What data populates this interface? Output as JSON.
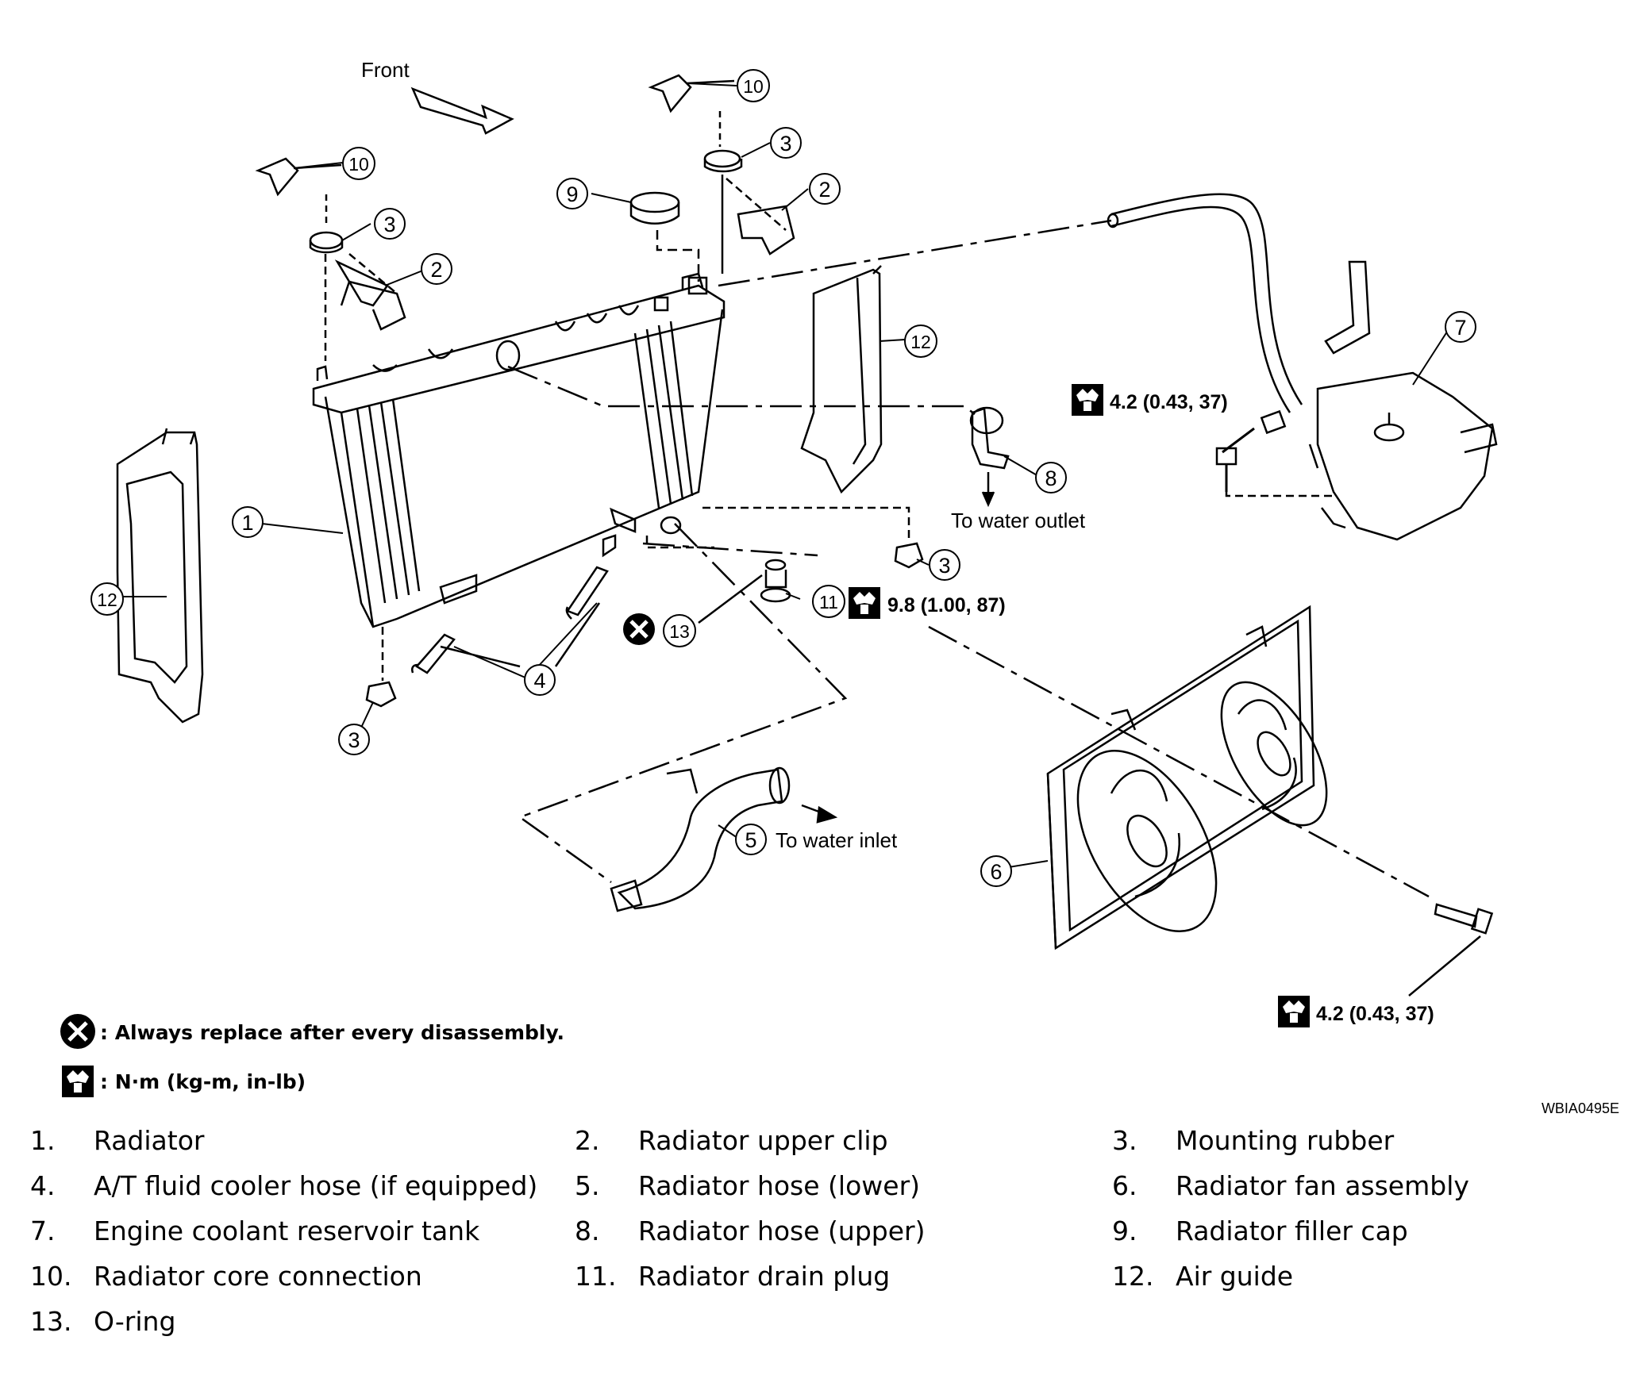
{
  "diagram": {
    "front_label": "Front",
    "callouts": [
      "1",
      "2",
      "3",
      "4",
      "5",
      "6",
      "7",
      "8",
      "9",
      "10",
      "11",
      "12",
      "13"
    ],
    "to_water_outlet": "To water outlet",
    "to_water_inlet": "To water inlet",
    "torque_reservoir": "4.2 (0.43, 37)",
    "torque_drain": "9.8 (1.00, 87)",
    "torque_fan": "4.2 (0.43, 37)",
    "legend_replace": ": Always replace after every disassembly.",
    "legend_torque": ": N·m (kg-m, in-lb)",
    "figure_id": "WBIA0495E"
  },
  "parts": [
    {
      "num": "1.",
      "label": "Radiator"
    },
    {
      "num": "2.",
      "label": "Radiator upper clip"
    },
    {
      "num": "3.",
      "label": "Mounting rubber"
    },
    {
      "num": "4.",
      "label": "A/T fluid cooler hose (if equipped)"
    },
    {
      "num": "5.",
      "label": "Radiator hose (lower)"
    },
    {
      "num": "6.",
      "label": "Radiator fan assembly"
    },
    {
      "num": "7.",
      "label": "Engine coolant reservoir tank"
    },
    {
      "num": "8.",
      "label": "Radiator hose (upper)"
    },
    {
      "num": "9.",
      "label": "Radiator filler cap"
    },
    {
      "num": "10.",
      "label": "Radiator core connection"
    },
    {
      "num": "11.",
      "label": "Radiator drain plug"
    },
    {
      "num": "12.",
      "label": "Air guide"
    },
    {
      "num": "13.",
      "label": "O-ring"
    }
  ]
}
